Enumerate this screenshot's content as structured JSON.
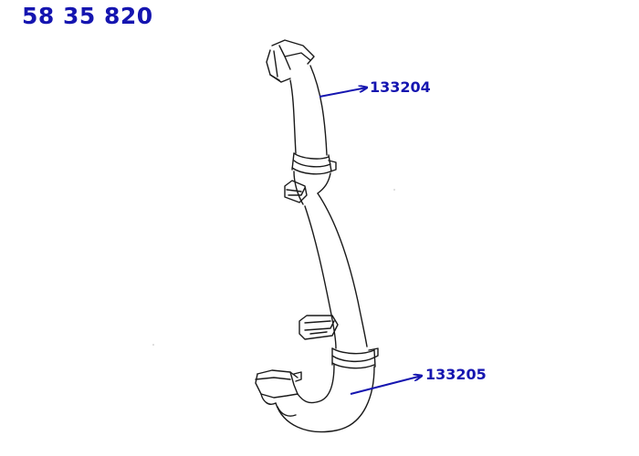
{
  "header": {
    "part_number": "58 35 820"
  },
  "callouts": [
    {
      "label": "133204"
    },
    {
      "label": "133205"
    }
  ],
  "colors": {
    "accent": "#1515b0",
    "line": "#1a1a1a",
    "background": "#ffffff"
  }
}
